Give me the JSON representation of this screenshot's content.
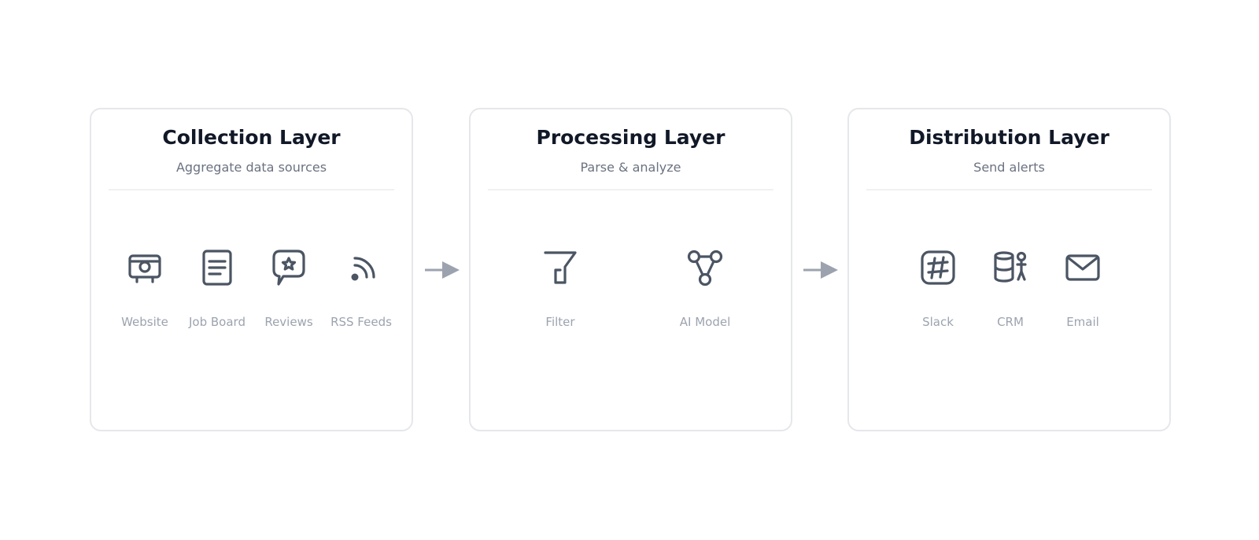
{
  "layers": [
    {
      "title": "Collection Layer",
      "subtitle": "Aggregate data sources",
      "items": [
        {
          "label": "Website",
          "icon": "website-icon"
        },
        {
          "label": "Job Board",
          "icon": "job-board-icon"
        },
        {
          "label": "Reviews",
          "icon": "reviews-icon"
        },
        {
          "label": "RSS Feeds",
          "icon": "rss-icon"
        }
      ]
    },
    {
      "title": "Processing Layer",
      "subtitle": "Parse & analyze",
      "items": [
        {
          "label": "Filter",
          "icon": "filter-icon"
        },
        {
          "label": "AI Model",
          "icon": "ai-model-icon"
        }
      ]
    },
    {
      "title": "Distribution Layer",
      "subtitle": "Send alerts",
      "items": [
        {
          "label": "Slack",
          "icon": "slack-icon"
        },
        {
          "label": "CRM",
          "icon": "crm-icon"
        },
        {
          "label": "Email",
          "icon": "email-icon"
        }
      ]
    }
  ],
  "colors": {
    "title": "#111827",
    "subtitle": "#6b7280",
    "label": "#9ca3af",
    "icon": "#4b5563",
    "arrow": "#9ca3af",
    "card_border": "#e5e7eb"
  }
}
